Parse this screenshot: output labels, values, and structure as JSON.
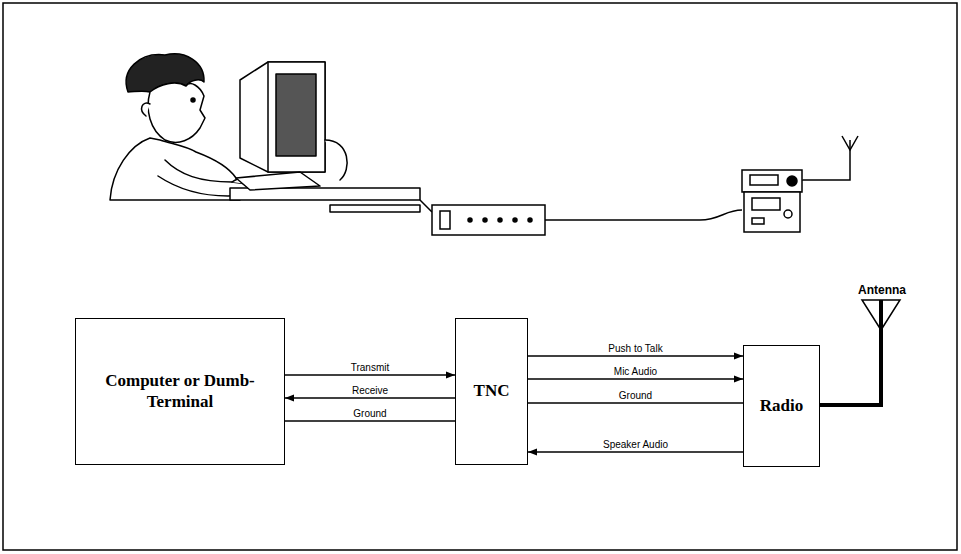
{
  "diagram": {
    "nodes": [
      {
        "text": [
          "Computer or Dumb-Terminal"
        ]
      },
      {
        "text": [
          "TNC"
        ]
      },
      {
        "text": [
          "Radio"
        ]
      }
    ],
    "edges": [
      {
        "from": 0,
        "to": 1,
        "label": "Transmit",
        "arrow": "to"
      },
      {
        "from": 1,
        "to": 0,
        "label": "Receive",
        "arrow": "to"
      },
      {
        "from": 0,
        "to": 1,
        "label": "Ground",
        "arrow": "none"
      },
      {
        "from": 1,
        "to": 2,
        "label": "Push to Talk",
        "arrow": "to"
      },
      {
        "from": 1,
        "to": 2,
        "label": "Mic Audio",
        "arrow": "to"
      },
      {
        "from": 1,
        "to": 2,
        "label": "Ground",
        "arrow": "none"
      },
      {
        "from": 2,
        "to": 1,
        "label": "Speaker Audio",
        "arrow": "to"
      }
    ],
    "labels": [
      "Antenna"
    ]
  }
}
